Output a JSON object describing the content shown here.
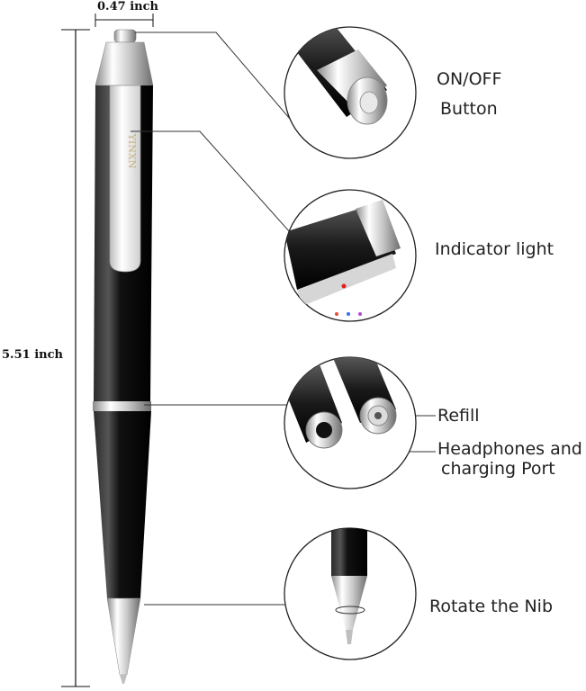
{
  "dimensions": {
    "width_label": "0.47 inch",
    "height_label": "5.51 inch"
  },
  "pen": {
    "brand": "YINXN"
  },
  "features": [
    {
      "line1": "ON/OFF",
      "line2": "Button"
    },
    {
      "line1": "Indicator light",
      "line2": ""
    },
    {
      "line1": "Refill",
      "line2": ""
    },
    {
      "line1": "Headphones and",
      "line2": "charging Port"
    },
    {
      "line1": "Rotate the Nib",
      "line2": ""
    }
  ],
  "colors": {
    "pen_body": "#0c0c0c",
    "chrome": "#d9d9d9",
    "line": "#333333",
    "brand_text": "#c9b27a",
    "indicator": "#e02020"
  }
}
